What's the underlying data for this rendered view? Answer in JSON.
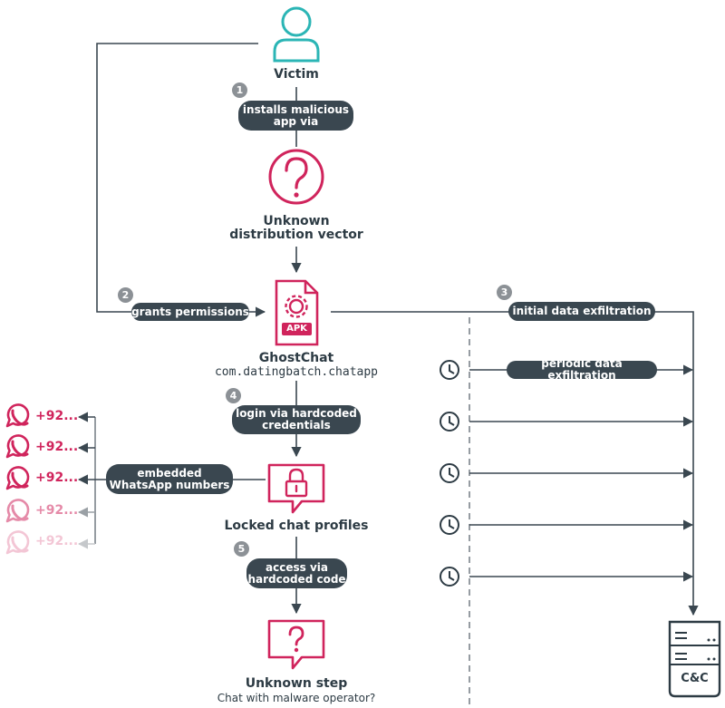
{
  "colors": {
    "dark": "#3a4750",
    "crimson": "#d0245c",
    "teal": "#2bb5b5",
    "badge": "#8c9196"
  },
  "victim": {
    "label": "Victim",
    "icon": "user-icon"
  },
  "steps": [
    {
      "number": "1",
      "label": "installs malicious\napp via"
    },
    {
      "number": "2",
      "label": "grants permissions"
    },
    {
      "number": "3",
      "label": "initial data exfiltration"
    },
    {
      "number": "4",
      "label": "login via hardcoded\ncredentials"
    },
    {
      "number": "5",
      "label": "access via\nhardcoded code"
    }
  ],
  "unknown_vector": {
    "line1": "Unknown",
    "line2": "distribution vector",
    "icon": "question-mark-icon"
  },
  "apk": {
    "badge": "APK",
    "name": "GhostChat",
    "package": "com.datingbatch.chatapp",
    "icon": "apk-file-icon"
  },
  "periodic": {
    "label": "periodic data exfiltration",
    "icon": "clock-icon"
  },
  "embedded": {
    "label": "embedded\nWhatsApp numbers"
  },
  "whatsapp_numbers": [
    "+92...",
    "+92...",
    "+92...",
    "+92...",
    "+92..."
  ],
  "locked": {
    "label": "Locked chat profiles",
    "icon": "locked-chat-icon"
  },
  "unknown_step": {
    "title": "Unknown step",
    "subtitle": "Chat with malware operator?",
    "icon": "question-chat-icon"
  },
  "cnc": {
    "label": "C&C",
    "icon": "server-icon"
  }
}
